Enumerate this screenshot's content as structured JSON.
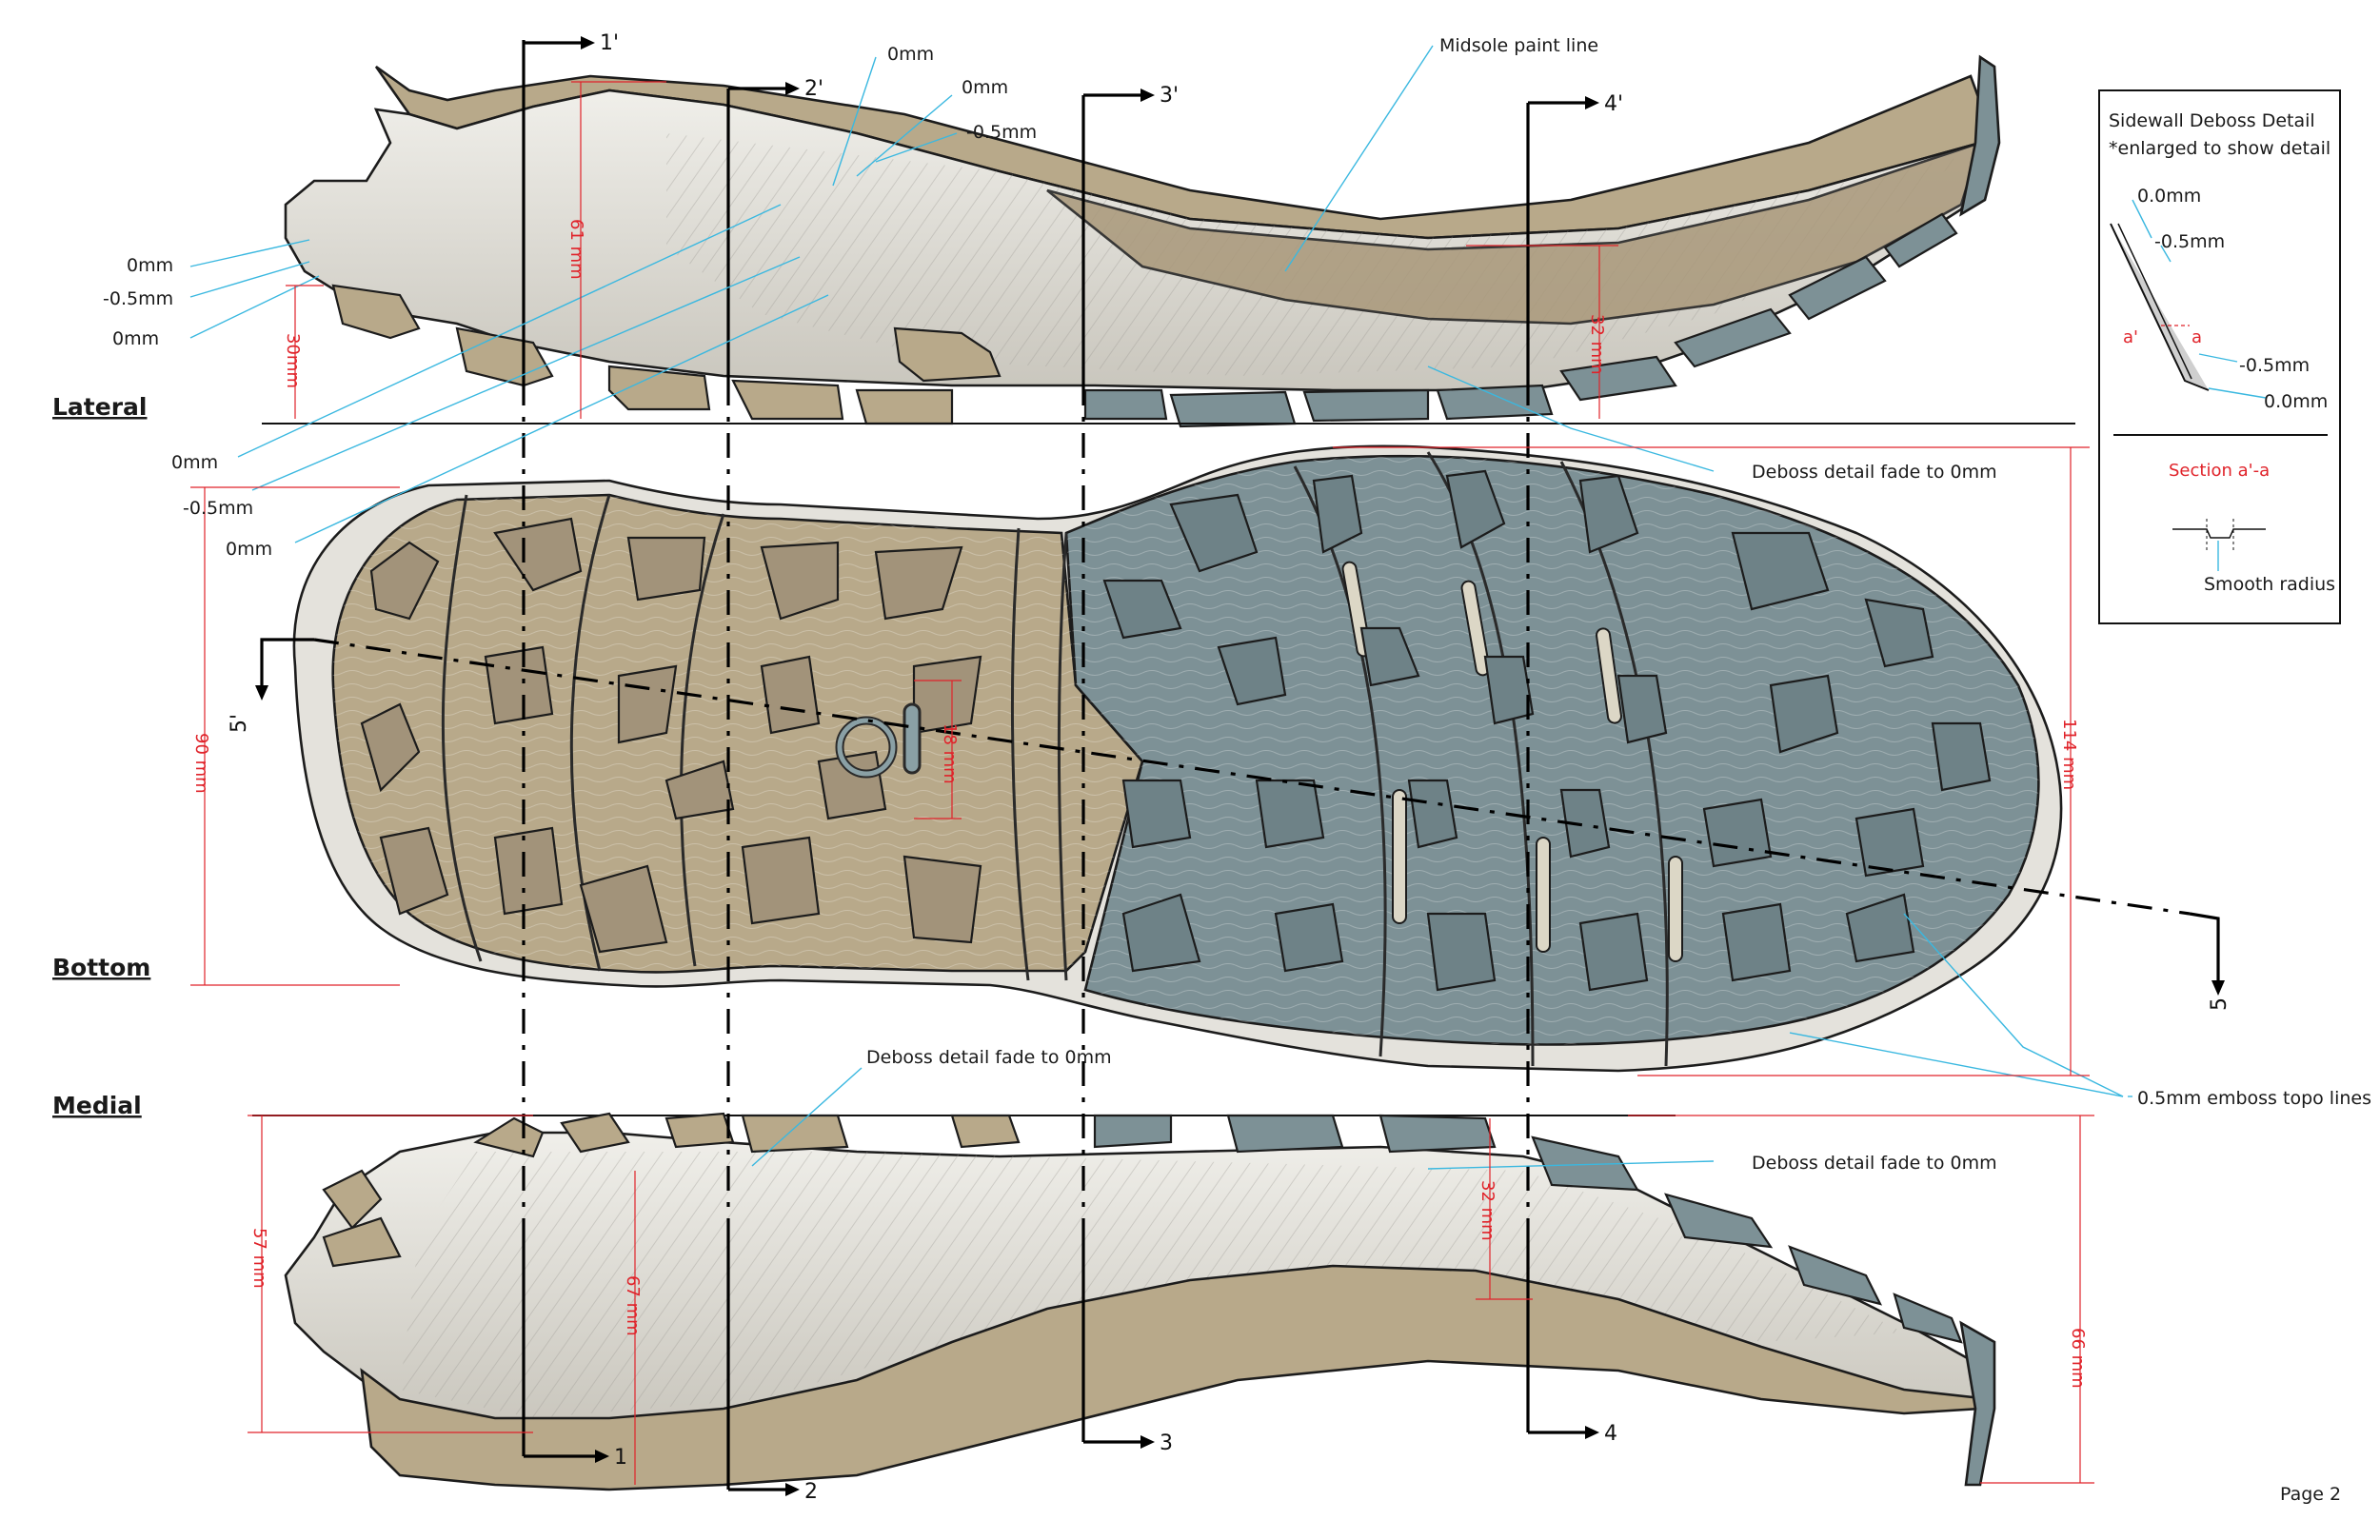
{
  "views": {
    "lateral": "Lateral",
    "bottom": "Bottom",
    "medial": "Medial"
  },
  "sections": {
    "s1_top": "1'",
    "s2_top": "2'",
    "s3_top": "3'",
    "s4_top": "4'",
    "s1_bot": "1",
    "s2_bot": "2",
    "s3_bot": "3",
    "s4_bot": "4",
    "s5_left": "5'",
    "s5_right": "5"
  },
  "lateral_callouts": {
    "top_0mm_a": "0mm",
    "top_0mm_b": "0mm",
    "top_neg05": "-0.5mm",
    "heel_0mm_a": "0mm",
    "heel_neg05": "-0.5mm",
    "heel_0mm_b": "0mm",
    "lower_0mm_a": "0mm",
    "lower_neg05": "-0.5mm",
    "lower_0mm_b": "0mm",
    "midsole_paint": "Midsole paint line",
    "deboss_fade": "Deboss detail fade to 0mm"
  },
  "medial_callouts": {
    "deboss_fade_a": "Deboss detail fade to 0mm",
    "deboss_fade_b": "Deboss detail fade to 0mm"
  },
  "bottom_callouts": {
    "emboss_topo": "0.5mm emboss topo lines"
  },
  "dimensions": {
    "lat_61": "61 mm",
    "lat_30": "30mm",
    "lat_32": "32 mm",
    "bot_90": "90 mm",
    "bot_114": "114 mm",
    "bot_logo": "18 mm",
    "med_57": "57 mm",
    "med_67": "67 mm",
    "med_32": "32 mm",
    "med_66": "66 mm"
  },
  "detail_box": {
    "title": "Sidewall Deboss Detail",
    "subtitle": "*enlarged to show detail",
    "v1": "0.0mm",
    "v2": "-0.5mm",
    "v3": "-0.5mm",
    "v4": "0.0mm",
    "a_prime": "a'",
    "a": "a",
    "section_label": "Section a'-a",
    "smooth_radius": "Smooth radius"
  },
  "page": "Page 2",
  "colors": {
    "tan_outsole": "#b8a98a",
    "grey_outsole": "#7d9196",
    "midsole": "#d8d6cf",
    "callout_line": "#3ab8e0",
    "dimension": "#e0232a"
  }
}
